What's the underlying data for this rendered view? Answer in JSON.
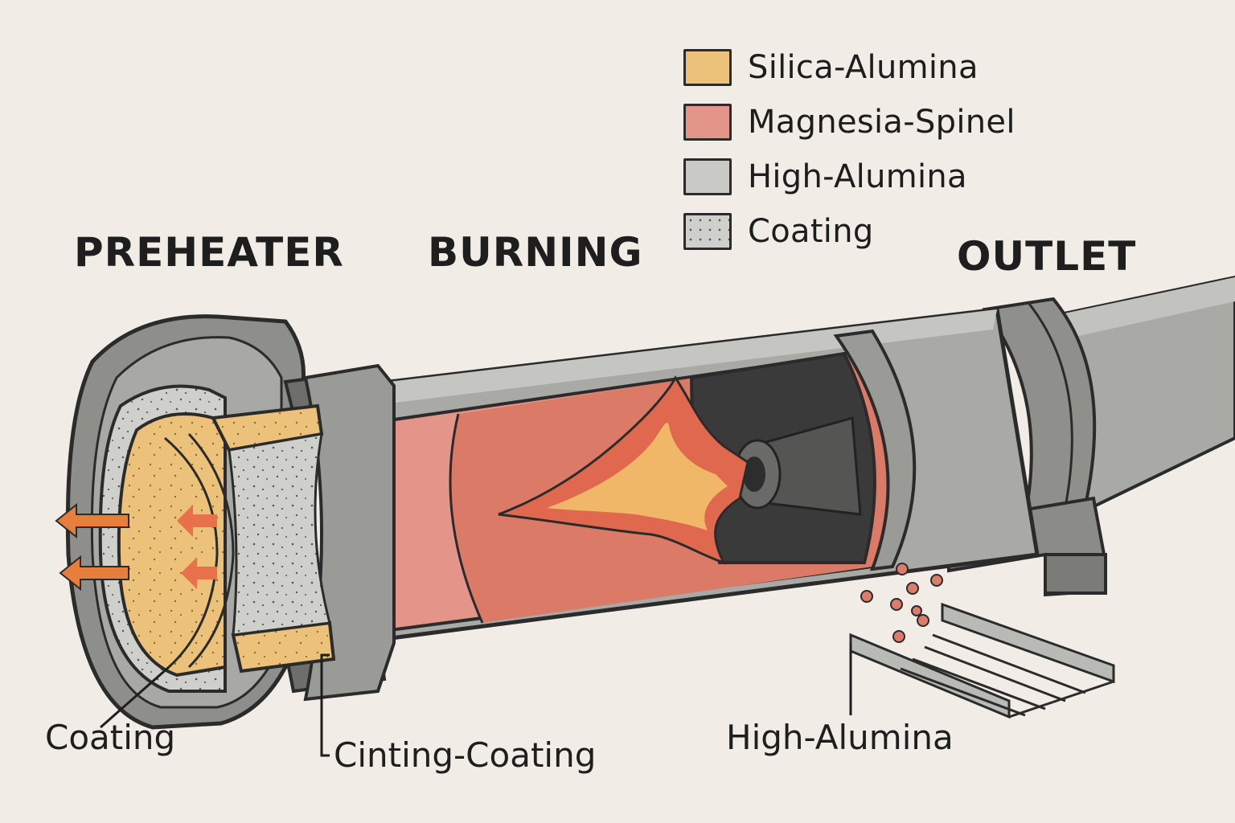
{
  "legend": [
    {
      "label": "Silica-Alumina",
      "color": "#ecc27a"
    },
    {
      "label": "Magnesia-Spinel",
      "color": "#e3958a"
    },
    {
      "label": "High-Alumina",
      "color": "#c9c9c6"
    },
    {
      "label": "Coating",
      "color": "#cfcfcc"
    }
  ],
  "sections": {
    "preheater": "PREHEATER",
    "burning": "BURNING",
    "outlet": "OUTLET"
  },
  "callouts": {
    "coating": "Coating",
    "cinting_coating": "Cinting-Coating",
    "high_alumina": "High-Alumina"
  },
  "colors": {
    "background": "#f1ede6",
    "shell": "#a9a9a6",
    "shell_dark": "#6e6e6c",
    "silica_alumina": "#ecc27a",
    "magnesia_spinel": "#e3958a",
    "flame_outer": "#e0684e",
    "flame_inner": "#f0b768",
    "arrow": "#e67e3c",
    "outline": "#2b2b2b"
  }
}
